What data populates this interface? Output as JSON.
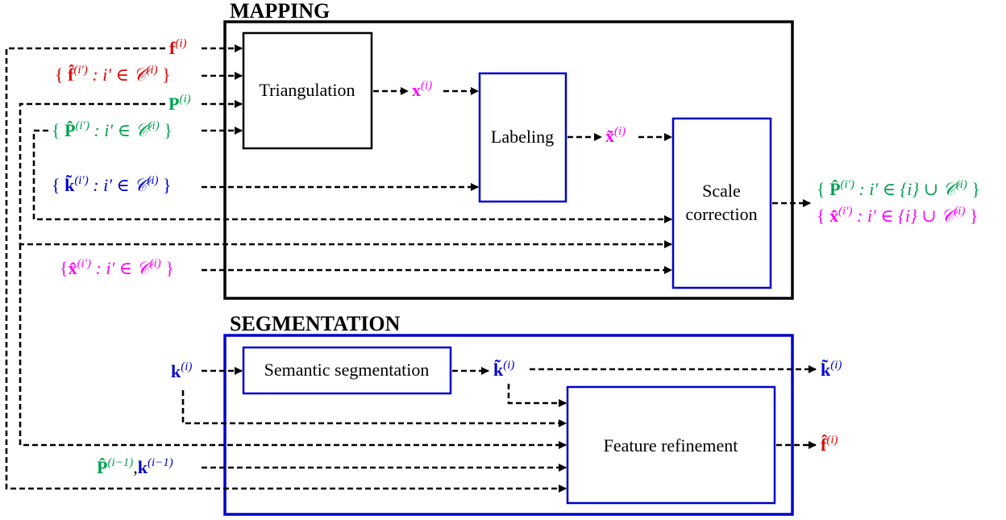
{
  "sections": {
    "mapping": "MAPPING",
    "segmentation": "SEGMENTATION"
  },
  "boxes": {
    "triangulation": "Triangulation",
    "labeling": "Labeling",
    "scale_correction_1": "Scale",
    "scale_correction_2": "correction",
    "semantic_segmentation": "Semantic segmentation",
    "feature_refinement": "Feature refinement"
  },
  "colors": {
    "red": "#e00000",
    "magenta": "#ff00ff",
    "green": "#00a050",
    "blue": "#0000cc",
    "box_blue": "#0000cc",
    "black": "#000000"
  },
  "symbols": {
    "f_i": {
      "base": "f",
      "sup": "(i)"
    },
    "f_hat_set": {
      "open": "{ ",
      "base": "f̂",
      "sup": "(i′)",
      "rest": " : i′ ∈ 𝒞",
      "rest_sup": "(i)",
      "close": " }"
    },
    "P_i": {
      "base": "P",
      "sup": "(i)"
    },
    "P_hat_set": {
      "open": "{ ",
      "base": "P̂",
      "sup": "(i′)",
      "rest": " : i′ ∈ 𝒞",
      "rest_sup": "(i)",
      "close": " }"
    },
    "k_tilde_set": {
      "open": "{ ",
      "base": "k̃",
      "sup": "(i′)",
      "rest": " : i′ ∈ 𝒞",
      "rest_sup": "(i)",
      "close": " }"
    },
    "x_hathat_set": {
      "open": "{",
      "base": "x̂̂",
      "sup": "(i′)",
      "rest": " : i′ ∈ 𝒞",
      "rest_sup": "(i)",
      "close": " }"
    },
    "x_i": {
      "base": "x",
      "sup": "(i)"
    },
    "x_tilde_i": {
      "base": "x̃",
      "sup": "(i)"
    },
    "out_P_set": {
      "open": "{ ",
      "base": "P̂",
      "sup": "(i′)",
      "rest": " : i′ ∈ {i} ∪ 𝒞",
      "rest_sup": "(i)",
      "close": " }"
    },
    "out_x_set": {
      "open": "{ ",
      "base": "x̂̂",
      "sup": "(i′)",
      "rest": " : i′ ∈ {i} ∪ 𝒞",
      "rest_sup": "(i)",
      "close": " }"
    },
    "k_i": {
      "base": "k",
      "sup": "(i)"
    },
    "k_tilde_i": {
      "base": "k̃",
      "sup": "(i)"
    },
    "k_tilde_out": {
      "base": "k̃",
      "sup": "(i)"
    },
    "f_hat_out": {
      "base": "f̂",
      "sup": "(i)"
    },
    "P_prev": {
      "base": "P̂",
      "sup": "(i−1)",
      "sep": ",",
      "base2": "k",
      "sup2": "(i−1)"
    }
  }
}
